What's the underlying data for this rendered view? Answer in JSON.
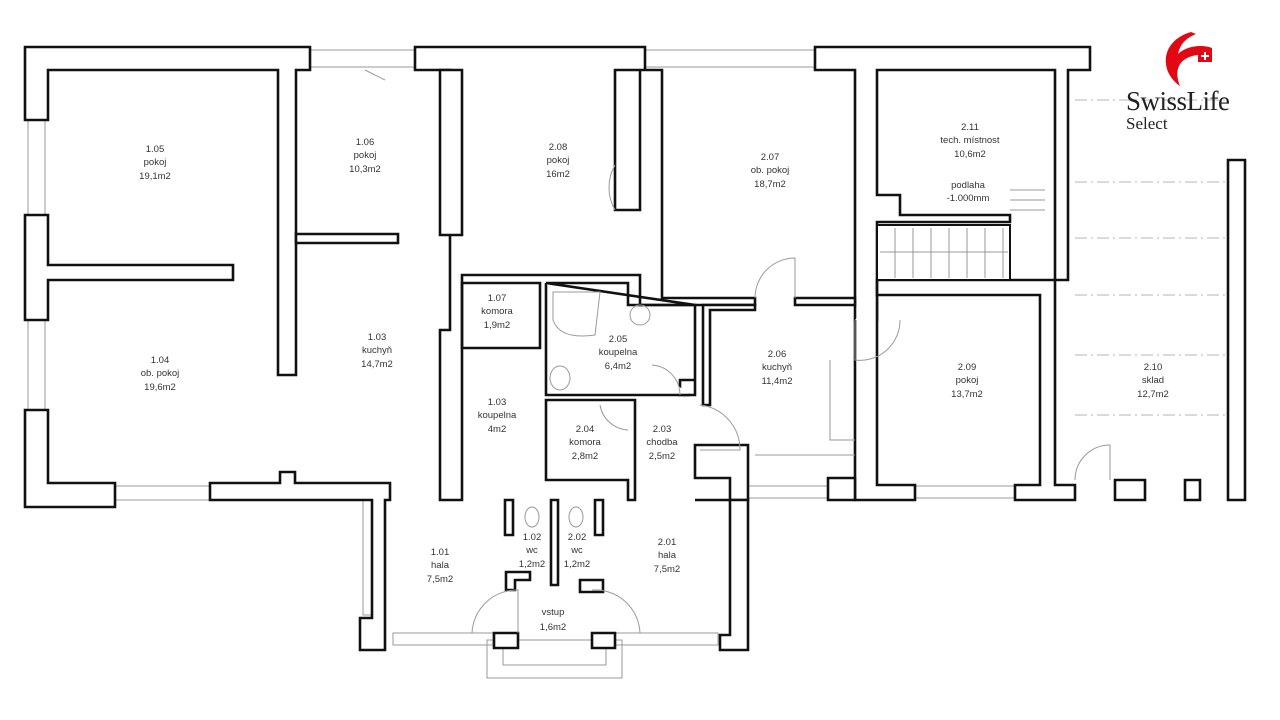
{
  "logo": {
    "brand": "SwissLife",
    "sub": "Select",
    "color": "#e30613"
  },
  "rooms": [
    {
      "number": "1.05",
      "name": "pokoj",
      "area": "19,1m2"
    },
    {
      "number": "1.06",
      "name": "pokoj",
      "area": "10,3m2"
    },
    {
      "number": "2.08",
      "name": "pokoj",
      "area": "16m2"
    },
    {
      "number": "2.07",
      "name": "ob. pokoj",
      "area": "18,7m2"
    },
    {
      "number": "2.11",
      "name": "tech. místnost",
      "area": "10,6m2"
    },
    {
      "number": "1.07",
      "name": "komora",
      "area": "1,9m2"
    },
    {
      "number": "2.05",
      "name": "koupelna",
      "area": "6,4m2"
    },
    {
      "number": "1.03",
      "name": "kuchyň",
      "area": "14,7m2"
    },
    {
      "number": "1.04",
      "name": "ob. pokoj",
      "area": "19,6m2"
    },
    {
      "number": "1.03",
      "name": "koupelna",
      "area": "4m2"
    },
    {
      "number": "2.06",
      "name": "kuchyň",
      "area": "11,4m2"
    },
    {
      "number": "2.09",
      "name": "pokoj",
      "area": "13,7m2"
    },
    {
      "number": "2.10",
      "name": "sklad",
      "area": "12,7m2"
    },
    {
      "number": "2.04",
      "name": "komora",
      "area": "2,8m2"
    },
    {
      "number": "2.03",
      "name": "chodba",
      "area": "2,5m2"
    },
    {
      "number": "1.02",
      "name": "wc",
      "area": "1,2m2"
    },
    {
      "number": "2.02",
      "name": "wc",
      "area": "1,2m2"
    },
    {
      "number": "1.01",
      "name": "hala",
      "area": "7,5m2"
    },
    {
      "number": "2.01",
      "name": "hala",
      "area": "7,5m2"
    }
  ],
  "notes": {
    "floor_label": "podlaha",
    "floor_value": "-1.000mm",
    "entrance_name": "vstup",
    "entrance_area": "1,6m2"
  }
}
